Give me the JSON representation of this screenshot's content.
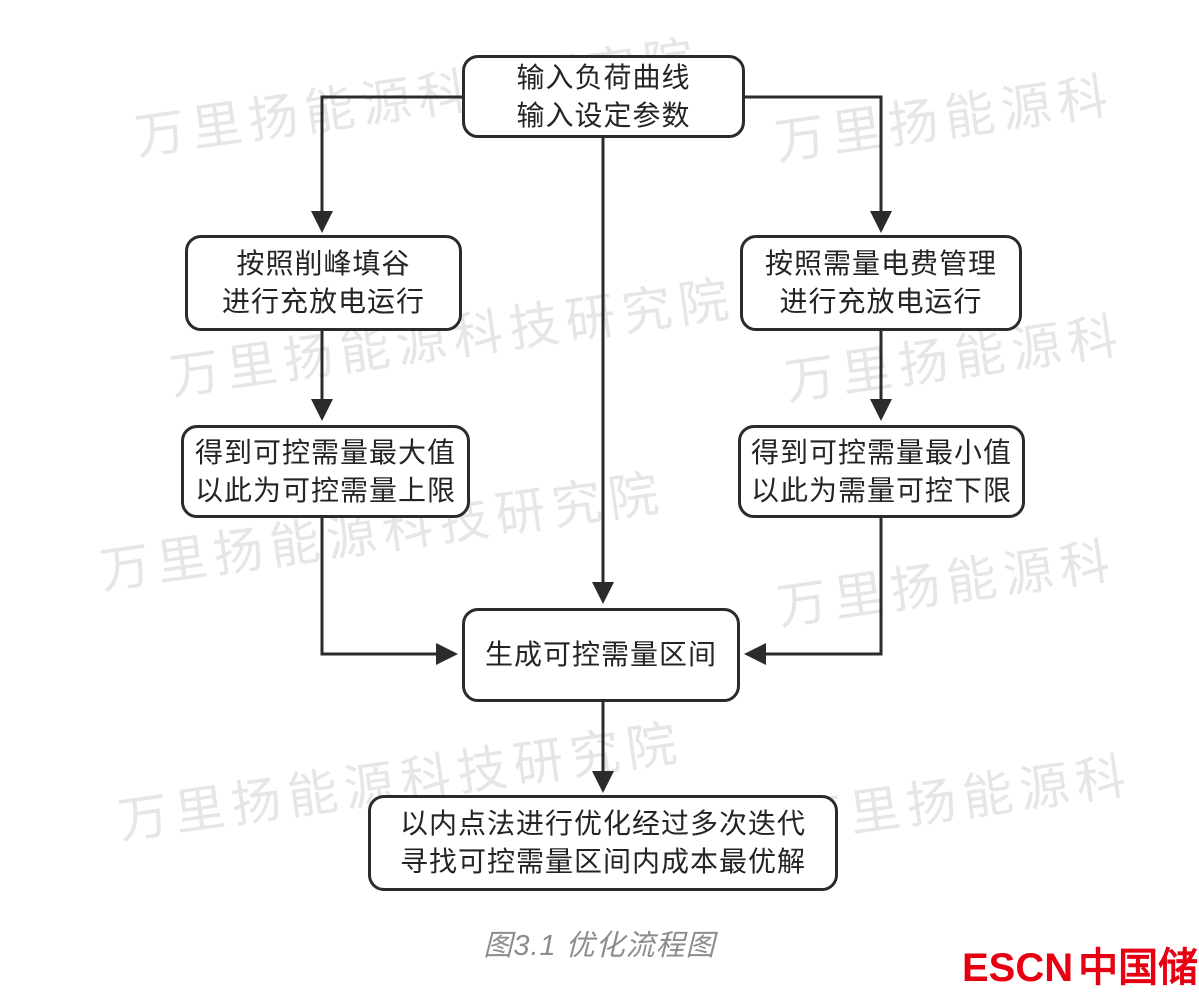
{
  "watermark": {
    "text_full": "万里扬能源科技研究院",
    "text_partial": "万里扬能源科",
    "color": "#e6e6e6"
  },
  "flowchart": {
    "line_color": "#2b2b2b",
    "nodes": [
      {
        "id": "input-params",
        "lines": [
          "输入负荷曲线",
          "输入设定参数"
        ]
      },
      {
        "id": "peak-shaving",
        "lines": [
          "按照削峰填谷",
          "进行充放电运行"
        ]
      },
      {
        "id": "demand-charge",
        "lines": [
          "按照需量电费管理",
          "进行充放电运行"
        ]
      },
      {
        "id": "demand-max",
        "lines": [
          "得到可控需量最大值",
          "以此为可控需量上限"
        ]
      },
      {
        "id": "demand-min",
        "lines": [
          "得到可控需量最小值",
          "以此为需量可控下限"
        ]
      },
      {
        "id": "demand-interval",
        "lines": [
          "生成可控需量区间"
        ]
      },
      {
        "id": "interior-point",
        "lines": [
          "以内点法进行优化经过多次迭代",
          "寻找可控需量区间内成本最优解"
        ]
      }
    ],
    "caption": "图3.1 优化流程图"
  },
  "logo": {
    "latin": "ESCN",
    "chinese": "中国储能网",
    "color": "#e60012"
  }
}
